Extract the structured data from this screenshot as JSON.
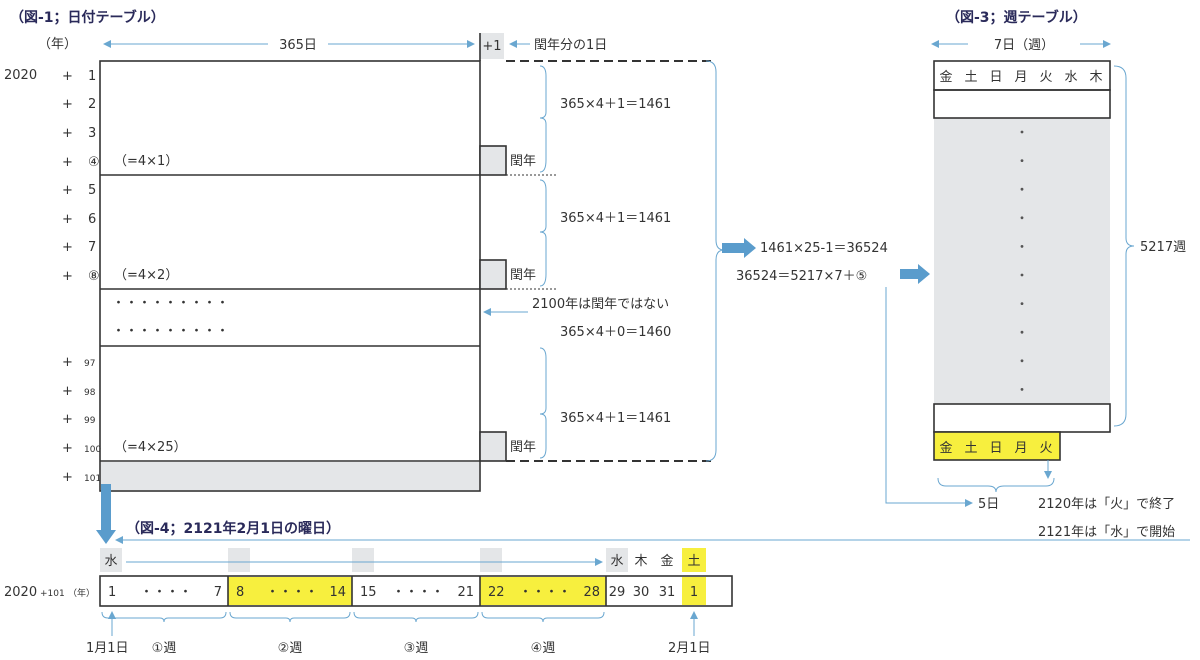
{
  "fig1": {
    "title": "（図-1；日付テーブル）",
    "year_unit": "（年）",
    "days_365": "365日",
    "plus_one": "+1",
    "leap_extra_label": "閏年分の1日",
    "base_year": "2020",
    "plus_sign": "+",
    "rows": [
      {
        "offset": "1",
        "small": false
      },
      {
        "offset": "2",
        "small": false
      },
      {
        "offset": "3",
        "small": false
      },
      {
        "offset": "④",
        "small": false
      },
      {
        "offset": "5",
        "small": false
      },
      {
        "offset": "6",
        "small": false
      },
      {
        "offset": "7",
        "small": false
      },
      {
        "offset": "⑧",
        "small": false
      },
      {
        "offset": "97",
        "small": true
      },
      {
        "offset": "98",
        "small": true
      },
      {
        "offset": "99",
        "small": true
      },
      {
        "offset": "100",
        "small": true
      },
      {
        "offset": "101",
        "small": true
      }
    ],
    "eq_4x1": "（=4×1）",
    "eq_4x2": "（=4×2）",
    "eq_4x25": "（=4×25）",
    "leap_year": "閏年",
    "dots": "・・・・・・・・・",
    "calc_1461": "365×4＋1＝1461",
    "calc_1460": "365×4＋0＝1460",
    "not_leap_2100": "2100年は閏年ではない",
    "total_calc": "1461×25-1＝36524",
    "week_calc": "36524＝5217×7＋⑤"
  },
  "fig3": {
    "title": "（図-3；週テーブル）",
    "days_7": "7日（週）",
    "weekdays": [
      "金",
      "土",
      "日",
      "月",
      "火",
      "水",
      "木"
    ],
    "weeks_count": "5217週",
    "remainder_days": [
      "金",
      "土",
      "日",
      "月",
      "火"
    ],
    "five_days": "5日",
    "end_2120": "2120年は「火」で終了",
    "start_2121": "2121年は「水」で開始"
  },
  "fig4": {
    "title": "（図-4；2121年2月1日の曜日）",
    "wed": "水",
    "year_label": "2020",
    "year_offset": "+101",
    "year_unit": "（年）",
    "tail_days": [
      "水",
      "木",
      "金",
      "土"
    ],
    "segments": [
      {
        "start": "1",
        "end": "7",
        "week": "①週",
        "highlight": false
      },
      {
        "start": "8",
        "end": "14",
        "week": "②週",
        "highlight": true
      },
      {
        "start": "15",
        "end": "21",
        "week": "③週",
        "highlight": false
      },
      {
        "start": "22",
        "end": "28",
        "week": "④週",
        "highlight": true
      }
    ],
    "seg_dots": "・・・・",
    "tail_nums": [
      "29",
      "30",
      "31",
      "1"
    ],
    "jan1": "1月1日",
    "feb1": "2月1日"
  },
  "colors": {
    "accent_blue": "#6aa7d0",
    "highlight_yellow": "#f7ef3e",
    "shade_gray": "#e4e6e8",
    "line_dark": "#333333"
  }
}
